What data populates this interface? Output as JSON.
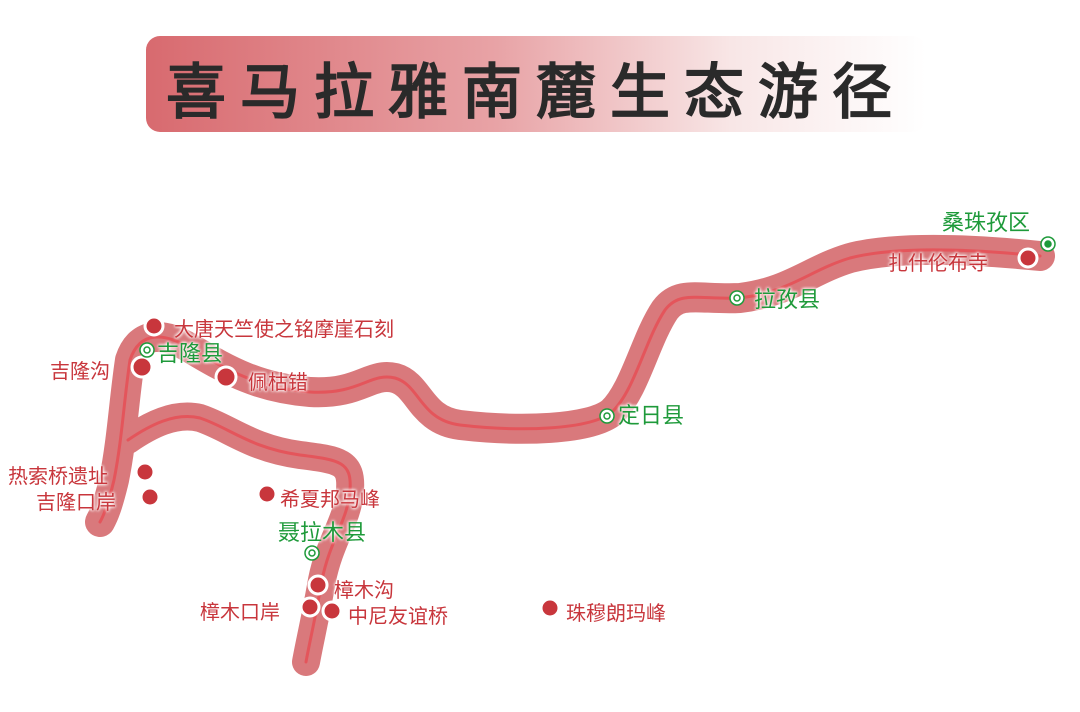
{
  "title": "喜马拉雅南麓生态游径",
  "colors": {
    "route": "#d9797c",
    "route_line": "#e4555b",
    "poi": "#c8363c",
    "county": "#1e9a3a"
  },
  "counties": [
    "桑珠孜区",
    "拉孜县",
    "定日县",
    "吉隆县",
    "聂拉木县"
  ],
  "pois": [
    "扎什伦布寺",
    "大唐天竺使之铭摩崖石刻",
    "吉隆沟",
    "佩枯错",
    "热索桥遗址",
    "吉隆口岸",
    "希夏邦马峰",
    "樟木沟",
    "樟木口岸",
    "中尼友谊桥",
    "珠穆朗玛峰"
  ]
}
